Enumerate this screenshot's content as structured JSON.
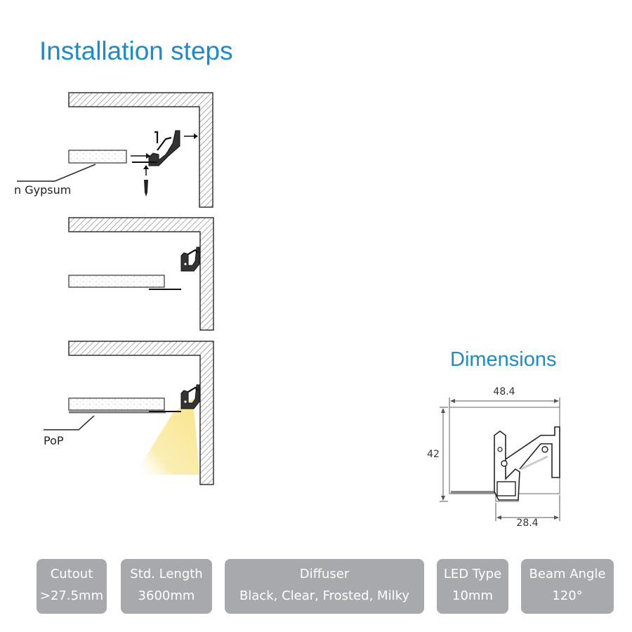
{
  "installation_title": "Installation steps",
  "dimensions_title": "Dimensions",
  "labels": {
    "gypsum": "n Gypsum",
    "pop": "PoP"
  },
  "dimensions": {
    "width": "48.4",
    "height": "42",
    "bottom_width": "28.4"
  },
  "specs": [
    {
      "title": "Cutout",
      "value": ">27.5mm"
    },
    {
      "title": "Std. Length",
      "value": "3600mm"
    },
    {
      "title": "Diffuser",
      "value": "Black, Clear, Frosted, Milky"
    },
    {
      "title": "LED Type",
      "value": "10mm"
    },
    {
      "title": "Beam Angle",
      "value": "120°"
    }
  ],
  "colors": {
    "title": "#1f8ac9",
    "spec_box": "#a7a9ac",
    "light": "#fbeeb0"
  }
}
